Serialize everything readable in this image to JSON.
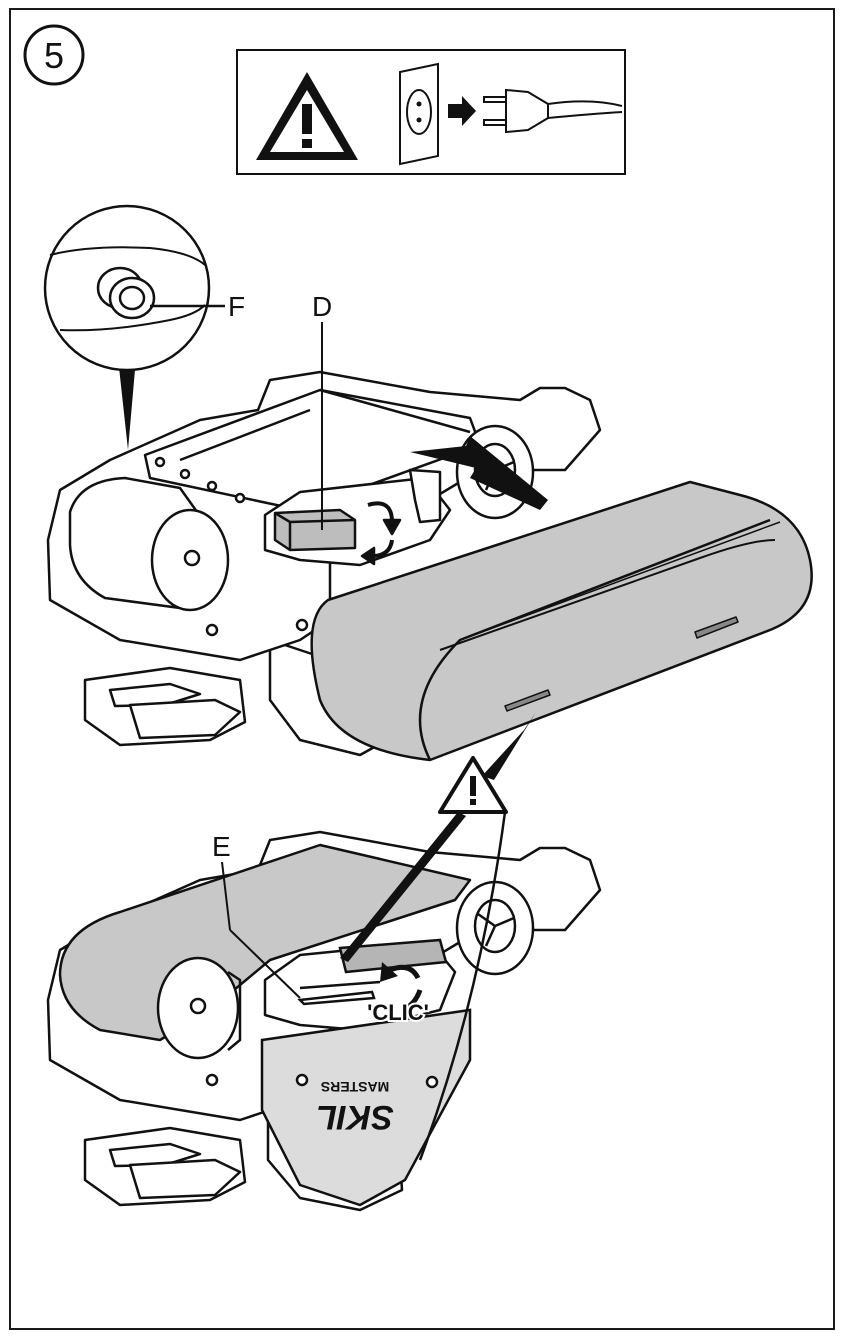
{
  "step": {
    "number": "5"
  },
  "labels": {
    "f": "F",
    "d": "D",
    "e": "E",
    "click": "'CLIC'"
  },
  "brand": {
    "name": "SKIL",
    "sub": "MASTERS"
  },
  "icons": [
    "warning-triangle-icon",
    "wall-socket-icon",
    "arrow-right-icon",
    "plug-icon"
  ],
  "colors": {
    "line": "#111111",
    "belt": "#c8c8c8",
    "paper": "#ffffff"
  }
}
